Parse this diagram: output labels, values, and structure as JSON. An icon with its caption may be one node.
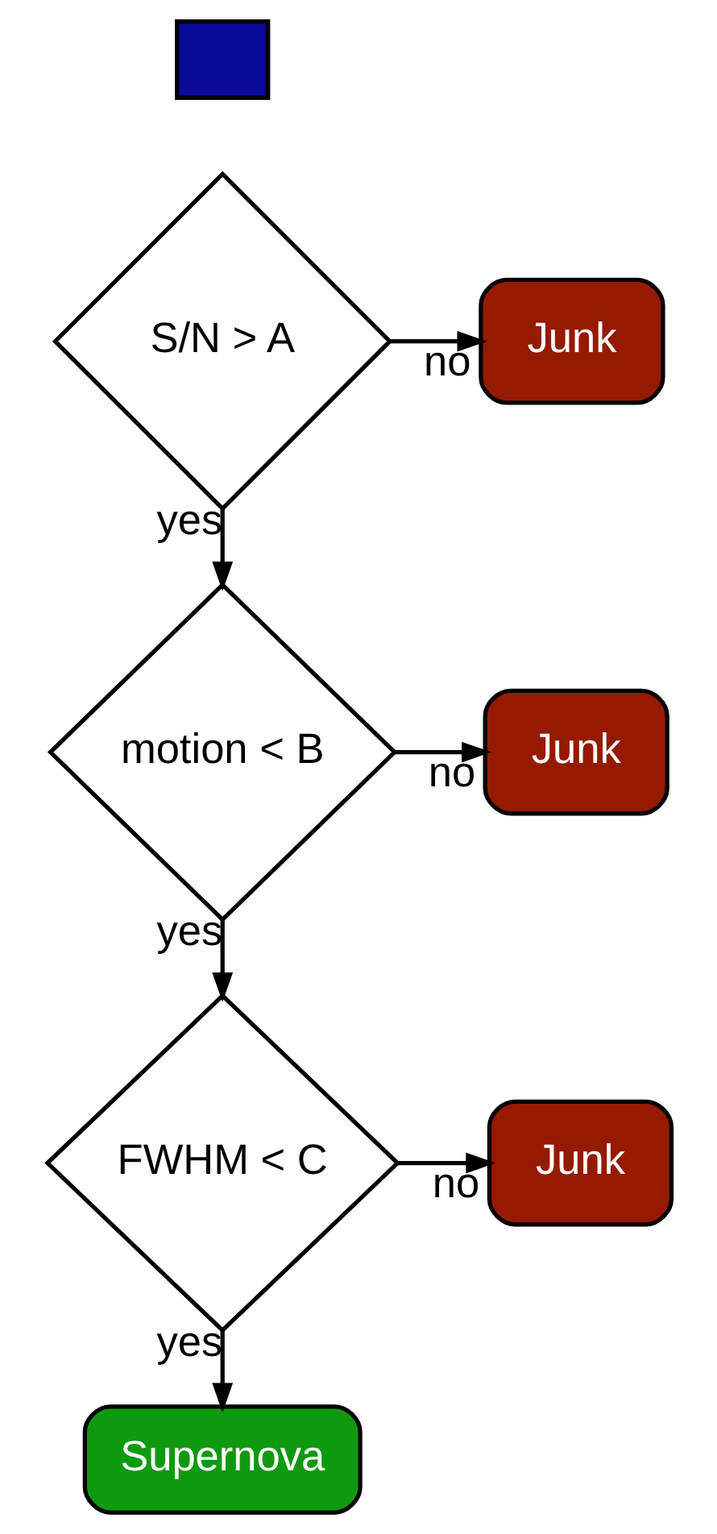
{
  "diagram": {
    "nodes": [
      {
        "text": [],
        "shape": "box"
      },
      {
        "text": [
          "S/N > A"
        ]
      },
      {
        "text": [
          "Junk"
        ]
      },
      {
        "text": [
          "motion < B"
        ]
      },
      {
        "text": [
          "Junk"
        ]
      },
      {
        "text": [
          "FWHM < C"
        ]
      },
      {
        "text": [
          "Junk"
        ]
      },
      {
        "text": [
          "Supernova"
        ]
      }
    ],
    "edges": [
      {
        "from": 1,
        "to": 2,
        "arrow": "to",
        "label": "no"
      },
      {
        "from": 1,
        "to": 3,
        "arrow": "to",
        "label": "yes"
      },
      {
        "from": 3,
        "to": 4,
        "arrow": "to",
        "label": "no"
      },
      {
        "from": 3,
        "to": 5,
        "arrow": "to",
        "label": "yes"
      },
      {
        "from": 5,
        "to": 6,
        "arrow": "to",
        "label": "no"
      },
      {
        "from": 5,
        "to": 7,
        "arrow": "to",
        "label": "yes"
      }
    ]
  }
}
